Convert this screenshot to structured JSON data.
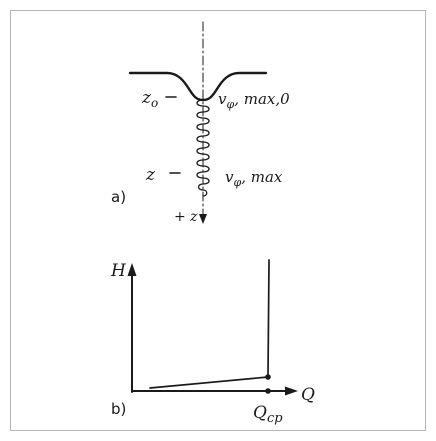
{
  "panel_a": {
    "panel_label": "a)",
    "z0_label": "z",
    "z0_subscript": "o",
    "z_label": "z",
    "v_label": "v",
    "v_subscript": "φ",
    "v_top_suffix": ", max,0",
    "v_bottom_suffix": ", max",
    "axis_label": "+ z"
  },
  "panel_b": {
    "panel_label": "b)",
    "y_axis_label": "H",
    "x_axis_label": "Q",
    "critical_label": "Q",
    "critical_subscript": "cp"
  },
  "colors": {
    "ink": "#1a1a1a",
    "frame": "#b5b5b5",
    "background": "#ffffff"
  }
}
